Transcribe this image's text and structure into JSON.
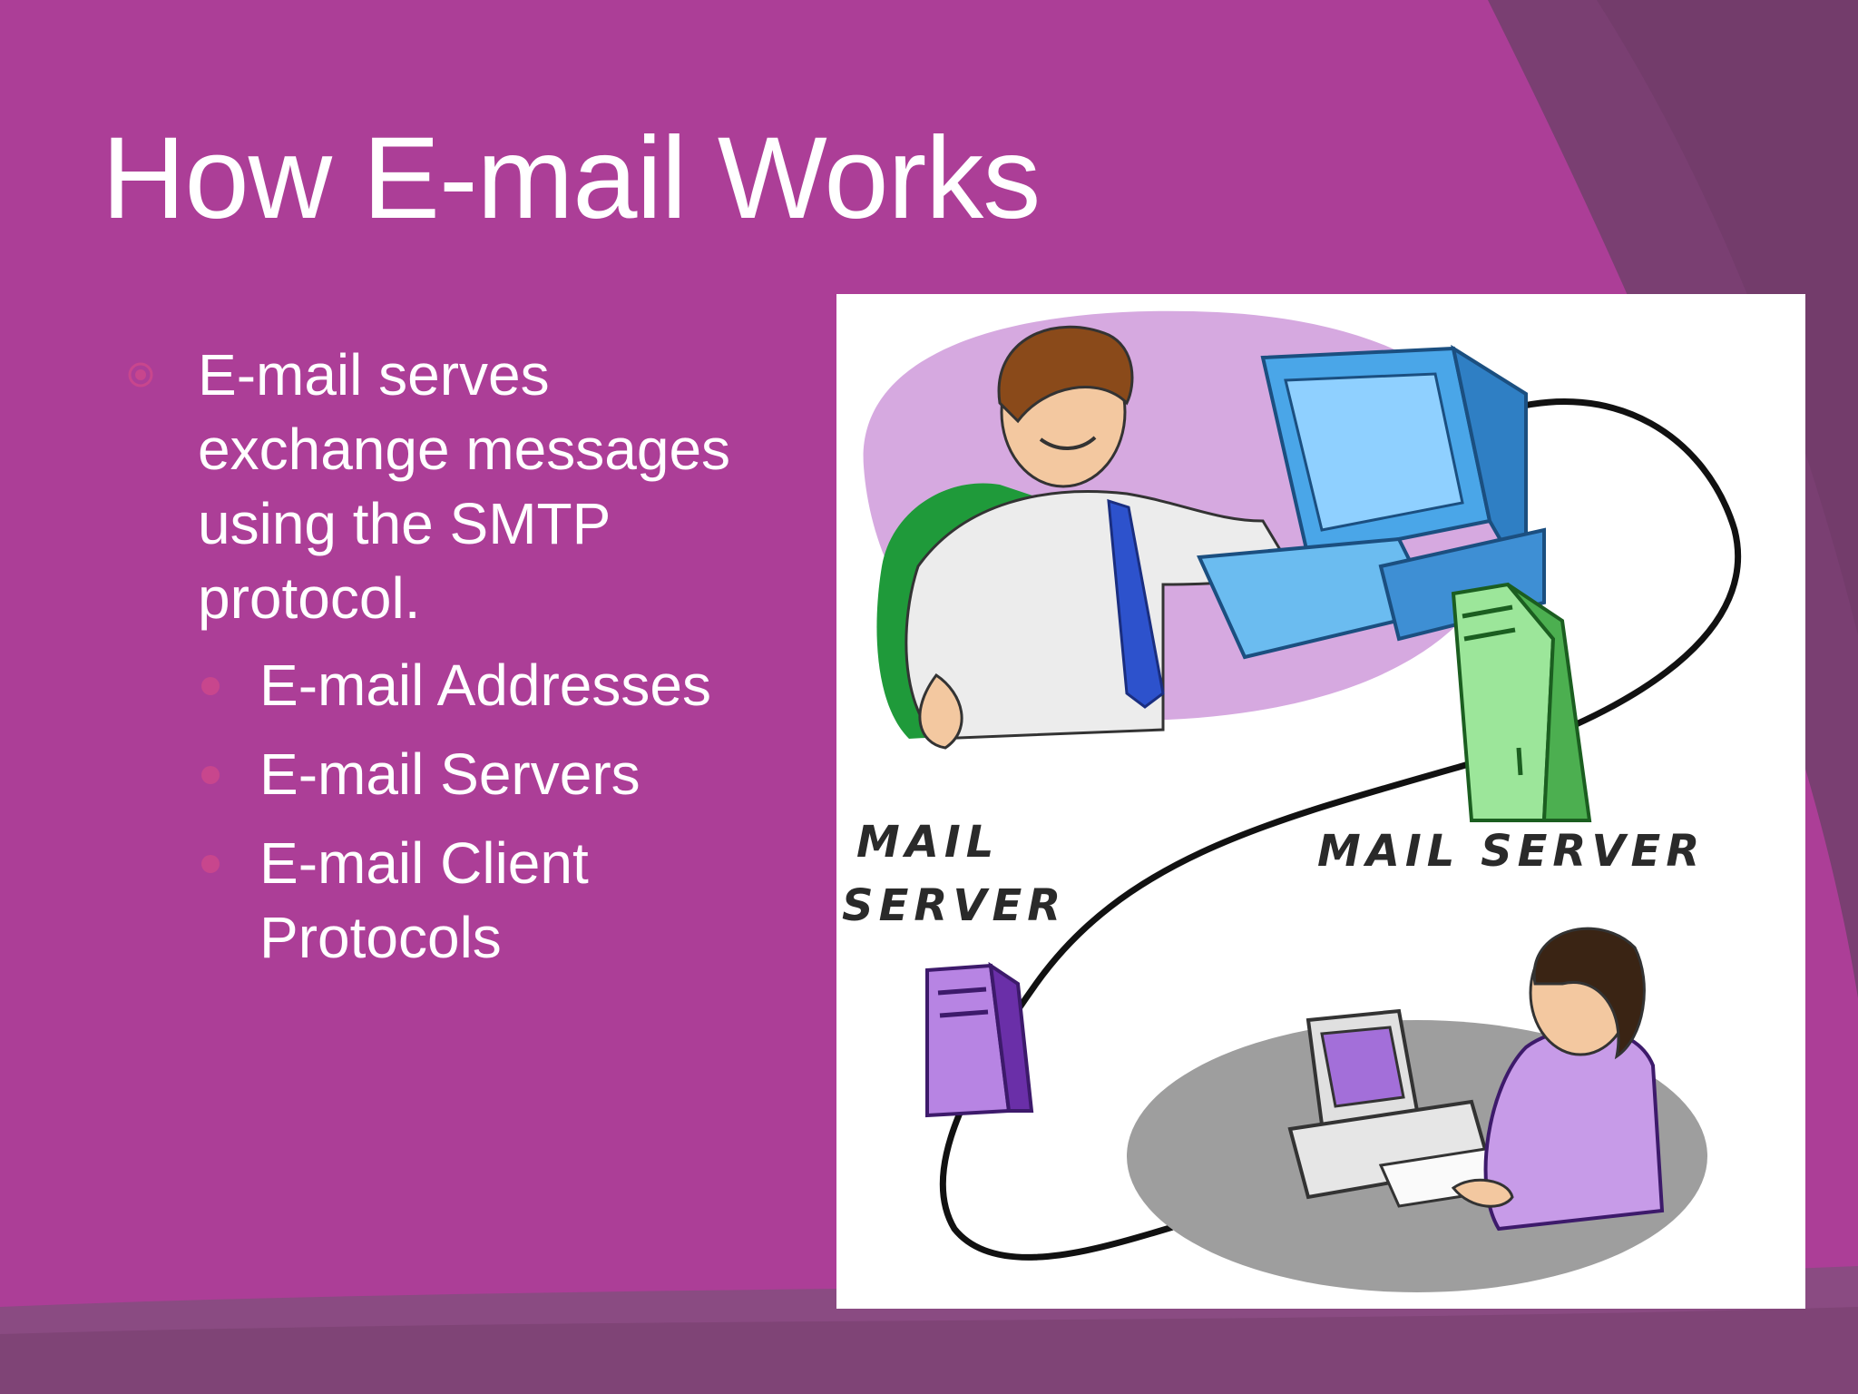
{
  "slide": {
    "title": "How E-mail Works",
    "bullet": "E-mail serves exchange messages using the SMTP protocol.",
    "sub_bullets": [
      "E-mail Addresses",
      "E-mail Servers",
      "E-mail Client Protocols"
    ]
  },
  "illustration": {
    "label_left_line1": "MAIL",
    "label_left_line2": "SERVER",
    "label_right": "MAIL SERVER"
  },
  "colors": {
    "background": "#ac3e97",
    "accent_dark": "#7a3f72",
    "bullet_dot": "#c8468d",
    "text": "#ffffff"
  }
}
